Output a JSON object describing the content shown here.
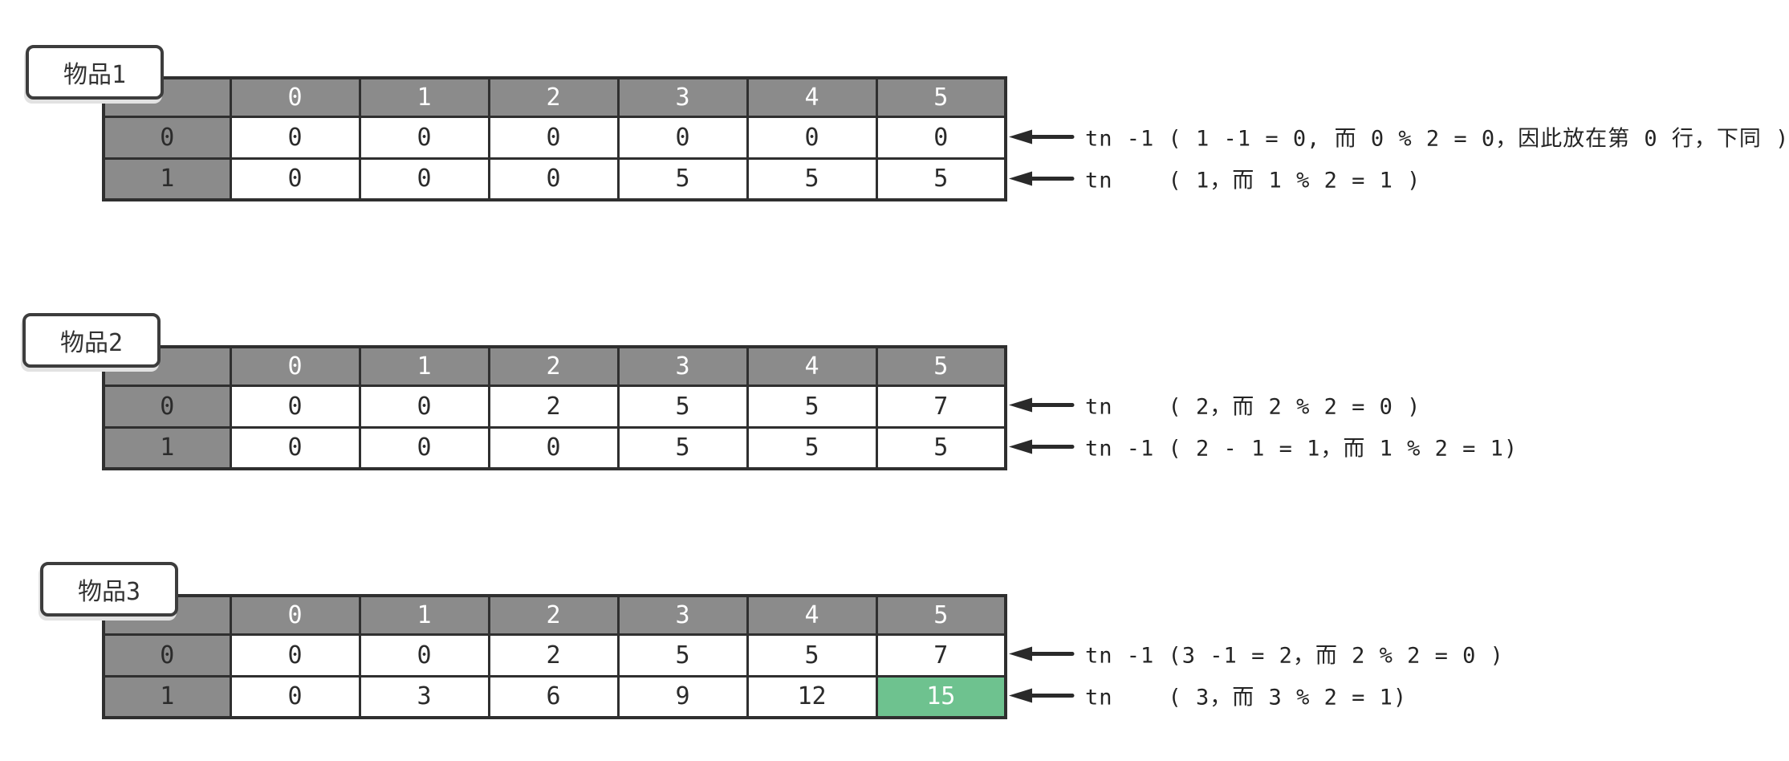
{
  "colors": {
    "header_bg": "#8b8b8b",
    "border": "#2f2f2f",
    "highlight_bg": "#6ec28f",
    "highlight_text": "#ffffff",
    "text": "#2b2b2b"
  },
  "tables": [
    {
      "label": "物品1",
      "columns": [
        "0",
        "1",
        "2",
        "3",
        "4",
        "5"
      ],
      "rows": [
        {
          "header": "0",
          "cells": [
            "0",
            "0",
            "0",
            "0",
            "0",
            "0"
          ],
          "annotation": "tn -1 ( 1 -1 = 0, 而 0 % 2 = 0，因此放在第 0 行，下同 )"
        },
        {
          "header": "1",
          "cells": [
            "0",
            "0",
            "0",
            "5",
            "5",
            "5"
          ],
          "annotation": "tn    ( 1，而 1 % 2 = 1 )"
        }
      ]
    },
    {
      "label": "物品2",
      "columns": [
        "0",
        "1",
        "2",
        "3",
        "4",
        "5"
      ],
      "rows": [
        {
          "header": "0",
          "cells": [
            "0",
            "0",
            "2",
            "5",
            "5",
            "7"
          ],
          "annotation": "tn    ( 2，而 2 % 2 = 0 )"
        },
        {
          "header": "1",
          "cells": [
            "0",
            "0",
            "0",
            "5",
            "5",
            "5"
          ],
          "annotation": "tn -1 ( 2 - 1 = 1，而 1 % 2 = 1)"
        }
      ]
    },
    {
      "label": "物品3",
      "columns": [
        "0",
        "1",
        "2",
        "3",
        "4",
        "5"
      ],
      "rows": [
        {
          "header": "0",
          "cells": [
            "0",
            "0",
            "2",
            "5",
            "5",
            "7"
          ],
          "annotation": "tn -1 (3 -1 = 2，而 2 % 2 = 0 )"
        },
        {
          "header": "1",
          "cells": [
            "0",
            "3",
            "6",
            "9",
            "12",
            "15"
          ],
          "annotation": "tn    ( 3，而 3 % 2 = 1)",
          "highlight_col": 5
        }
      ]
    }
  ]
}
